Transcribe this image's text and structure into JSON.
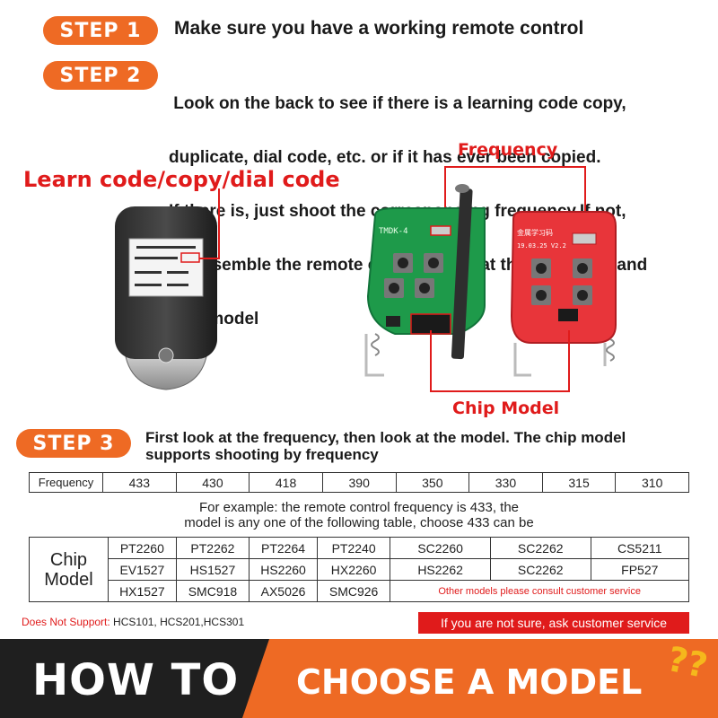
{
  "steps": {
    "step1": {
      "badge": "STEP 1",
      "text": "Make sure you have a working remote control"
    },
    "step2": {
      "badge": "STEP 2",
      "lines": [
        " Look on the back to see if there is a learning code copy,",
        "duplicate, dial code, etc. or if it has ever been copied.",
        "If there is, just shoot the corresponding frequency.If not,",
        "disassemble the remote control. Look at the frequency and",
        "chip model"
      ]
    },
    "step3": {
      "badge": "STEP 3",
      "lines": [
        "First look at the frequency, then look at the model. The chip model",
        "supports shooting by frequency"
      ]
    }
  },
  "labels": {
    "learn_code": "Learn code/copy/dial code",
    "frequency": "Frequency",
    "chip_model": "Chip Model"
  },
  "board_text": {
    "green_board": "TMDK-4",
    "red_board": "金属学习码",
    "red_board_date": "19.03.25 V2.2"
  },
  "frequency_table": {
    "header": "Frequency",
    "values": [
      "433",
      "430",
      "418",
      "390",
      "350",
      "330",
      "315",
      "310"
    ]
  },
  "example": {
    "lines": [
      "For example: the remote control frequency is 433, the",
      "model is any one of the following table, choose 433 can be"
    ]
  },
  "chip_table": {
    "header_line1": "Chip",
    "header_line2": "Model",
    "rows": [
      [
        "PT2260",
        "PT2262",
        "PT2264",
        "PT2240",
        "SC2260",
        "SC2262",
        "CS5211"
      ],
      [
        "EV1527",
        "HS1527",
        "HS2260",
        "HX2260",
        "HS2262",
        "SC2262",
        "FP527"
      ],
      [
        "HX1527",
        "SMC918",
        "AX5026",
        "SMC926"
      ]
    ],
    "note": "Other models please consult customer service"
  },
  "unsupported": {
    "label": "Does Not Support:",
    "models": " HCS101, HCS201,HCS301"
  },
  "service_notice": "If you are not sure, ask customer service",
  "banner": {
    "left": "HOW TO",
    "right": "CHOOSE A MODEL",
    "accent": "??"
  },
  "colors": {
    "accent_orange": "#ee6a24",
    "alert_red": "#e01b1b",
    "dark": "#1f1f1f",
    "question_yellow": "#f5b81c"
  }
}
